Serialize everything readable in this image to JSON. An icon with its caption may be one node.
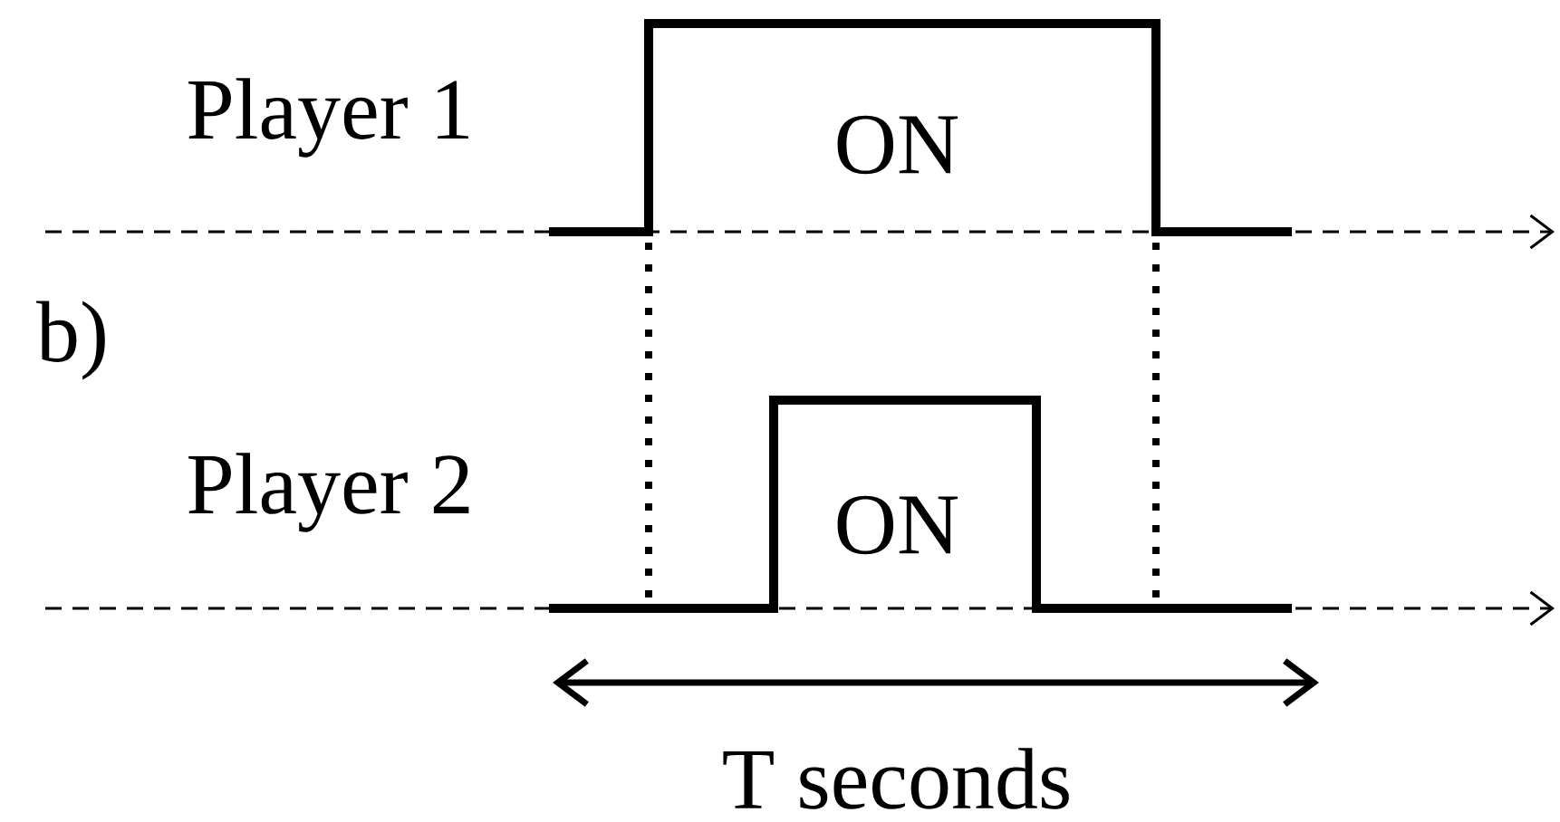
{
  "diagram": {
    "labels": [
      "Player 1",
      "ON",
      "b)",
      "Player 2",
      "ON",
      "T seconds"
    ]
  }
}
